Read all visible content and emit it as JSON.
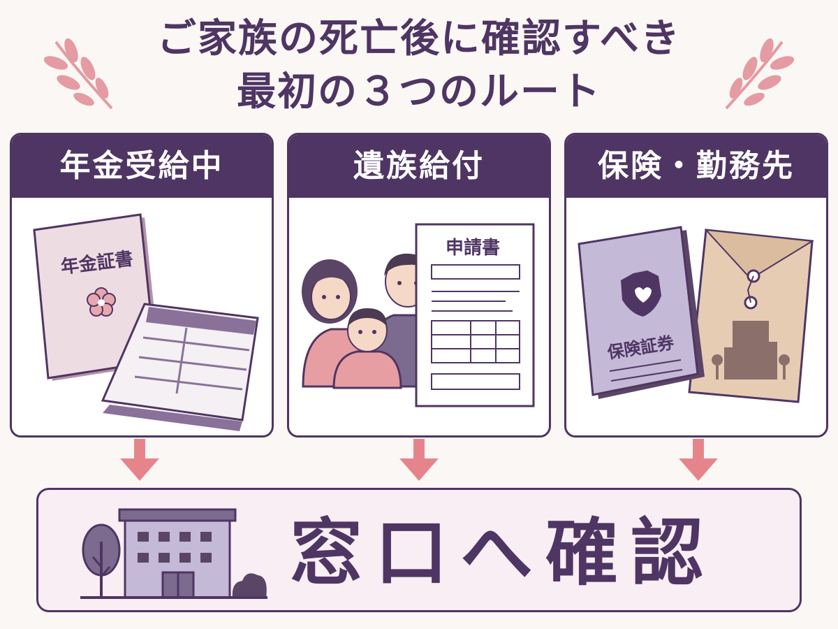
{
  "title": {
    "line1": "ご家族の死亡後に確認すべき",
    "line2": "最初の３つのルート"
  },
  "routes": [
    {
      "header": "年金受給中",
      "illustration_labels": {
        "booklet": "年金証書"
      }
    },
    {
      "header": "遺族給付",
      "illustration_labels": {
        "form": "申請書"
      }
    },
    {
      "header": "保険・勤務先",
      "illustration_labels": {
        "policy": "保険証券"
      }
    }
  ],
  "destination": {
    "label": "窓口へ確認"
  },
  "colors": {
    "primary": "#4f3563",
    "arrow": "#e5858b",
    "sprig": "#e49ba2",
    "bottom_bg": "#f8eef3",
    "page_bg": "#fbf7f5"
  },
  "icons": [
    "leaf-sprig-icon",
    "pension-certificate-icon",
    "bankbook-icon",
    "family-icon",
    "application-form-icon",
    "insurance-policy-icon",
    "envelope-icon",
    "office-building-icon",
    "tree-icon",
    "down-arrow-icon"
  ]
}
